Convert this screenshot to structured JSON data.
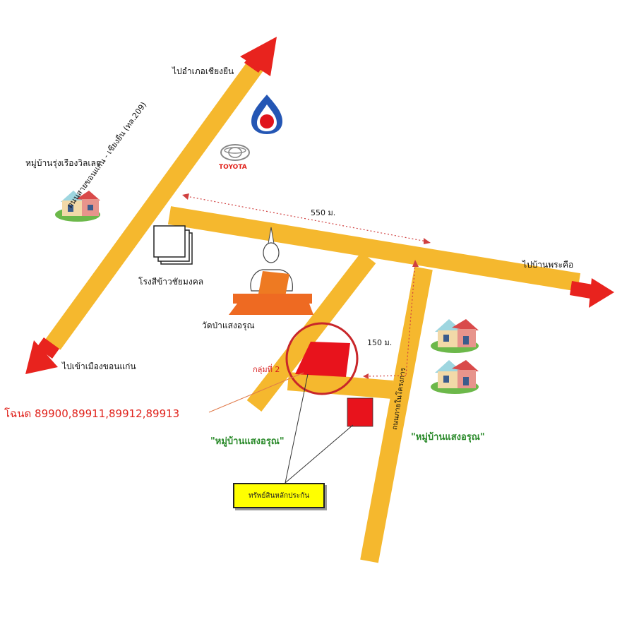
{
  "labels": {
    "to_chiang_yuen": "ไปอำเภอเชียงยืน",
    "rung_rueang_village": "หมู่บ้านรุ่งเรืองวิลเลจ",
    "main_road": "ถนนสายขอนแก่น - เชียงยืน (ทล.209)",
    "rice_mill": "โรงสีข้าวชัยมงคล",
    "temple": "วัดป่าแสงอรุณ",
    "to_phra_khue": "ไปบ้านพระคือ",
    "to_khon_kaen": "ไปเข้าเมืองขอนแก่น",
    "group": "กลุ่มที่ 2",
    "distance_550": "550 ม.",
    "distance_150": "150 ม.",
    "inner_road": "ถนนภายในโครงการ",
    "saeng_arun_village_1": "\"หมู่บ้านแสงอรุณ\"",
    "saeng_arun_village_2": "\"หมู่บ้านแสงอรุณ\"",
    "deed": "โฉนด 89900,89911,89912,89913",
    "collateral_legend": "ทรัพย์สินหลักประกัน",
    "toyota": "TOYOTA"
  },
  "icons": [
    "ptt-station-icon",
    "toyota-logo-icon",
    "house-icon",
    "temple-buddha-icon",
    "rice-mill-icon",
    "direction-arrow-icon"
  ],
  "colors": {
    "road": "#f5b82e",
    "arrow": "#e8231e",
    "plot": "#e8131c",
    "circle": "#c8262a",
    "distance": "#d04040",
    "legend_bg": "#ffff00",
    "village_text": "#2a8a2a"
  }
}
